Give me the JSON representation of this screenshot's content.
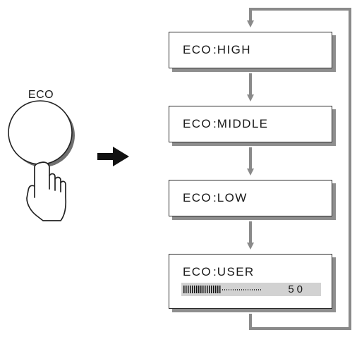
{
  "button": {
    "label": "ECO"
  },
  "modes": [
    {
      "prefix": "ECO",
      "separator": ":",
      "name": "HIGH"
    },
    {
      "prefix": "ECO",
      "separator": ":",
      "name": "MIDDLE"
    },
    {
      "prefix": "ECO",
      "separator": ":",
      "name": "LOW"
    },
    {
      "prefix": "ECO",
      "separator": ":",
      "name": "USER"
    }
  ],
  "user_setting": {
    "value": "50",
    "level": 0.5
  },
  "colors": {
    "arrow": "#8a8a8a",
    "border": "#2a2a2a",
    "shadow": "#8e8e8e",
    "bar": "#d2d2d2"
  }
}
